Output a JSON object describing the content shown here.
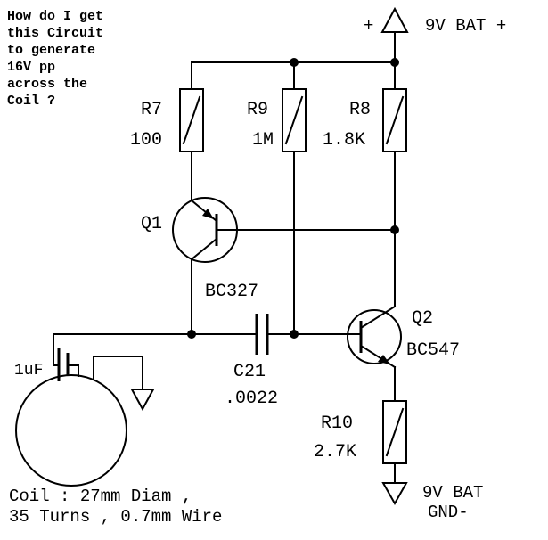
{
  "question": {
    "lines": [
      "How do I get",
      "this Circuit",
      "to generate",
      "16V pp",
      "across the",
      "Coil ?"
    ]
  },
  "battery": {
    "plus": "+",
    "label": "9V BAT +"
  },
  "components": {
    "r7": {
      "ref": "R7",
      "value": "100"
    },
    "r9": {
      "ref": "R9",
      "value": "1M"
    },
    "r8": {
      "ref": "R8",
      "value": "1.8K"
    },
    "r10": {
      "ref": "R10",
      "value": "2.7K"
    },
    "q1": {
      "ref": "Q1",
      "part": "BC327"
    },
    "q2": {
      "ref": "Q2",
      "part": "BC547"
    },
    "c21": {
      "ref": "C21",
      "value": ".0022"
    },
    "coupling_cap": {
      "value": "1uF"
    }
  },
  "supply_ground": {
    "line1": "9V BAT",
    "line2": "GND-"
  },
  "coil_note": {
    "line1": "Coil : 27mm Diam ,",
    "line2": "35 Turns , 0.7mm Wire"
  },
  "colors": {
    "wire": "#000000",
    "background": "#ffffff",
    "text": "#000000"
  }
}
